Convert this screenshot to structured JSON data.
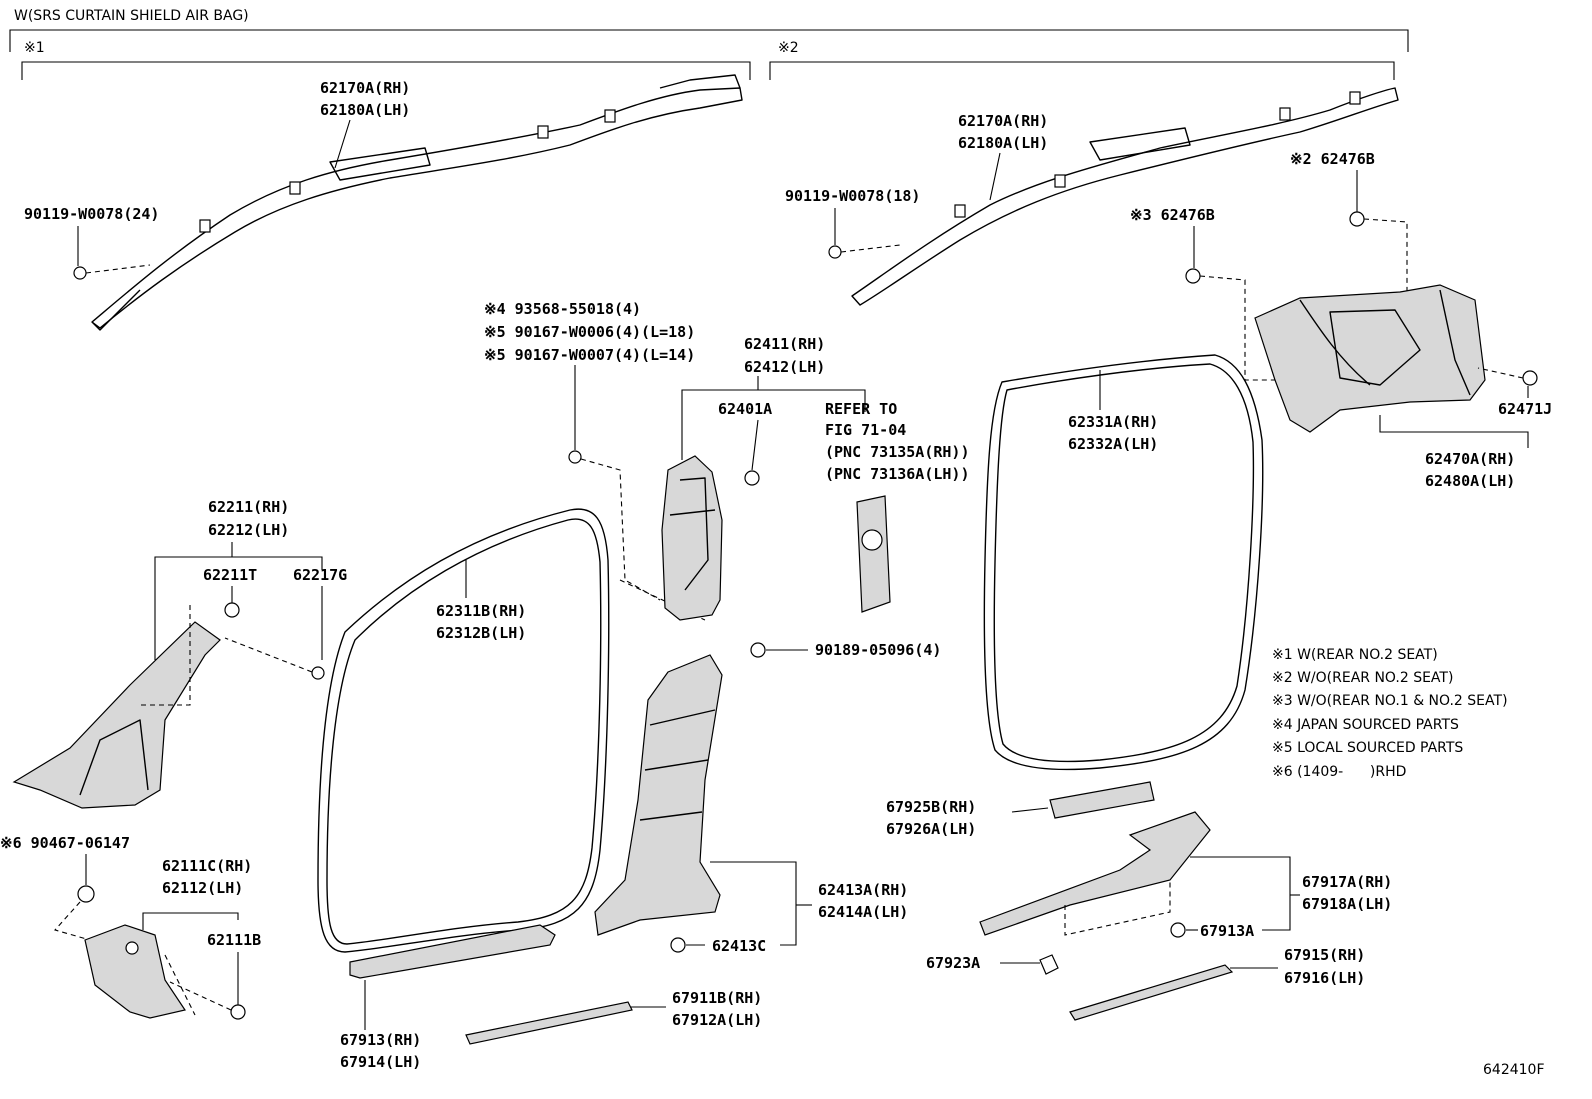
{
  "header": {
    "group": "W(SRS CURTAIN SHIELD AIR BAG)",
    "marker1": "※1",
    "marker2": "※2"
  },
  "labels": {
    "airbag_left_rh": "62170A(RH)",
    "airbag_left_lh": "62180A(LH)",
    "bolt_left": "90119-W0078(24)",
    "airbag_right_rh": "62170A(RH)",
    "airbag_right_lh": "62180A(LH)",
    "bolt_right": "90119-W0078(18)",
    "clip_2": "※2 62476B",
    "clip_3": "※3 62476B",
    "screw_4": "※4 93568-55018(4)",
    "screw_5a": "※5 90167-W0006(4)(L=18)",
    "screw_5b": "※5 90167-W0007(4)(L=14)",
    "pillar_b_rh": "62411(RH)",
    "pillar_b_lh": "62412(LH)",
    "clip_b": "62401A",
    "refer_1": "REFER TO",
    "refer_2": "FIG 71-04",
    "refer_3": "(PNC 73135A(RH))",
    "refer_4": "(PNC 73136A(LH))",
    "weather_rear_rh": "62331A(RH)",
    "weather_rear_lh": "62332A(LH)",
    "clip_j": "62471J",
    "quarter_rh": "62470A(RH)",
    "quarter_lh": "62480A(LH)",
    "pillar_a_rh": "62211(RH)",
    "pillar_a_lh": "62212(LH)",
    "clip_a1": "62211T",
    "clip_a2": "62217G",
    "weather_front_rh": "62311B(RH)",
    "weather_front_lh": "62312B(LH)",
    "clip_90189": "90189-05096(4)",
    "nut_6": "※6 90467-06147",
    "cowl_rh": "62111C(RH)",
    "cowl_lh": "62112(LH)",
    "cowl_clip": "62111B",
    "pillar_low_rh": "62413A(RH)",
    "pillar_low_lh": "62414A(LH)",
    "pillar_low_clip": "62413C",
    "scuff_upper_rh": "67925B(RH)",
    "scuff_upper_lh": "67926A(LH)",
    "scuff_rear_rh": "67917A(RH)",
    "scuff_rear_lh": "67918A(LH)",
    "scuff_rear_clip": "67913A",
    "scuff_clip_b": "67923A",
    "plate_rear_rh": "67915(RH)",
    "plate_rear_lh": "67916(LH)",
    "scuff_front_rh": "67913(RH)",
    "scuff_front_lh": "67914(LH)",
    "plate_front_rh": "67911B(RH)",
    "plate_front_lh": "67912A(LH)",
    "fig_no": "642410F"
  },
  "notes": [
    "※1 W(REAR NO.2 SEAT)",
    "※2 W/O(REAR NO.2 SEAT)",
    "※3 W/O(REAR NO.1 & NO.2 SEAT)",
    "※4 JAPAN SOURCED PARTS",
    "※5 LOCAL SOURCED PARTS",
    "※6 (1409-      )RHD"
  ]
}
